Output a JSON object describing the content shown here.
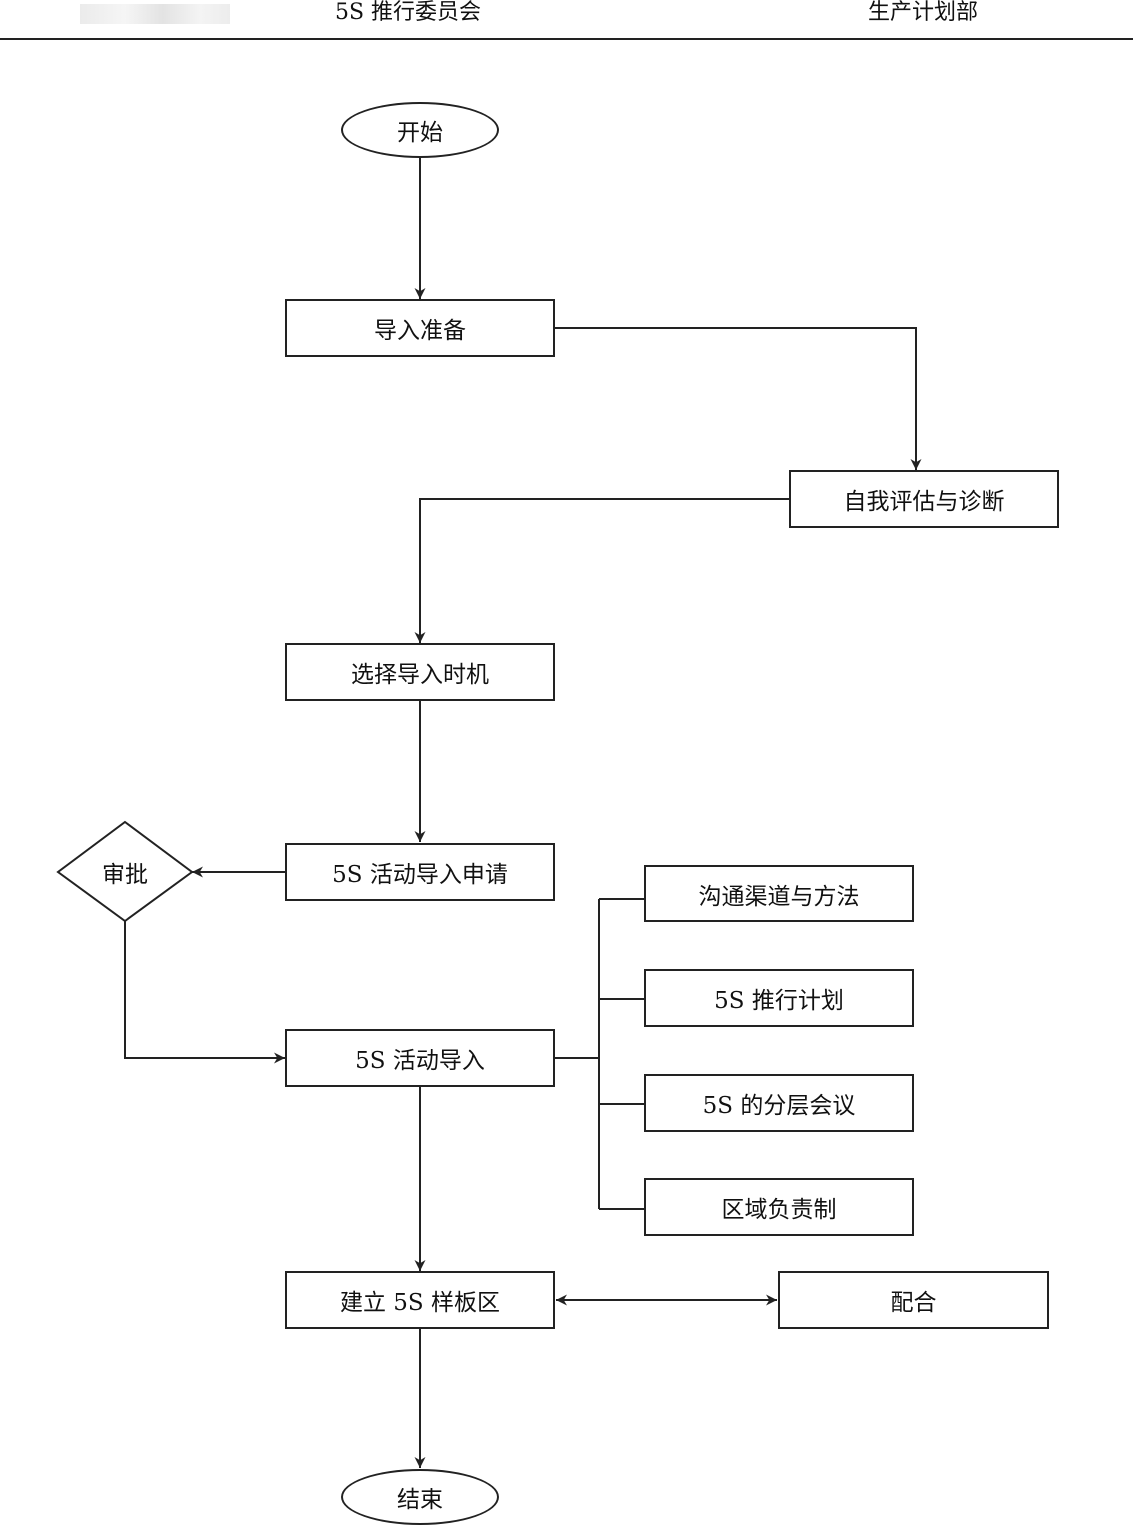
{
  "header": {
    "left_title": "5S 推行委员会",
    "right_title": "生产计划部"
  },
  "flowchart": {
    "start": "开始",
    "import_prep": "导入准备",
    "self_assessment": "自我评估与诊断",
    "select_timing": "选择导入时机",
    "apply": "5S 活动导入申请",
    "approval": "审批",
    "activity_import": "5S 活动导入",
    "branches": [
      "沟通渠道与方法",
      "5S 推行计划",
      "5S 的分层会议",
      "区域负责制"
    ],
    "model_area": "建立 5S 样板区",
    "cooperate": "配合",
    "end": "结束"
  }
}
